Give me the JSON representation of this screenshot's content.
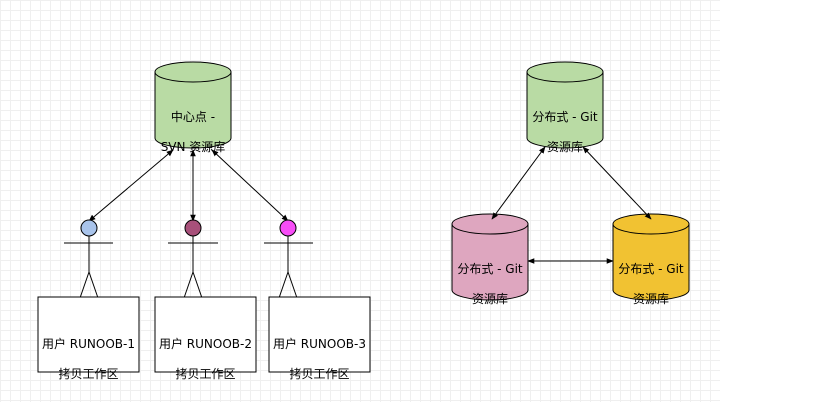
{
  "central_repo": {
    "line1": "中心点 -",
    "line2": "SVN 资源库",
    "color": "#b9dba4"
  },
  "svn_users": [
    {
      "line1": "用户 RUNOOB-1",
      "line2": "拷贝工作区",
      "head_color": "#a9c4eb"
    },
    {
      "line1": "用户 RUNOOB-2",
      "line2": "拷贝工作区",
      "head_color": "#a8507a"
    },
    {
      "line1": "用户 RUNOOB-3",
      "line2": "拷贝工作区",
      "head_color": "#f74df7"
    }
  ],
  "git_repos": [
    {
      "line1": "分布式 - Git",
      "line2": "资源库",
      "color": "#b9dba4"
    },
    {
      "line1": "分布式 - Git",
      "line2": "资源库",
      "color": "#dea6bf"
    },
    {
      "line1": "分布式 - Git",
      "line2": "资源库",
      "color": "#f1c232"
    }
  ]
}
